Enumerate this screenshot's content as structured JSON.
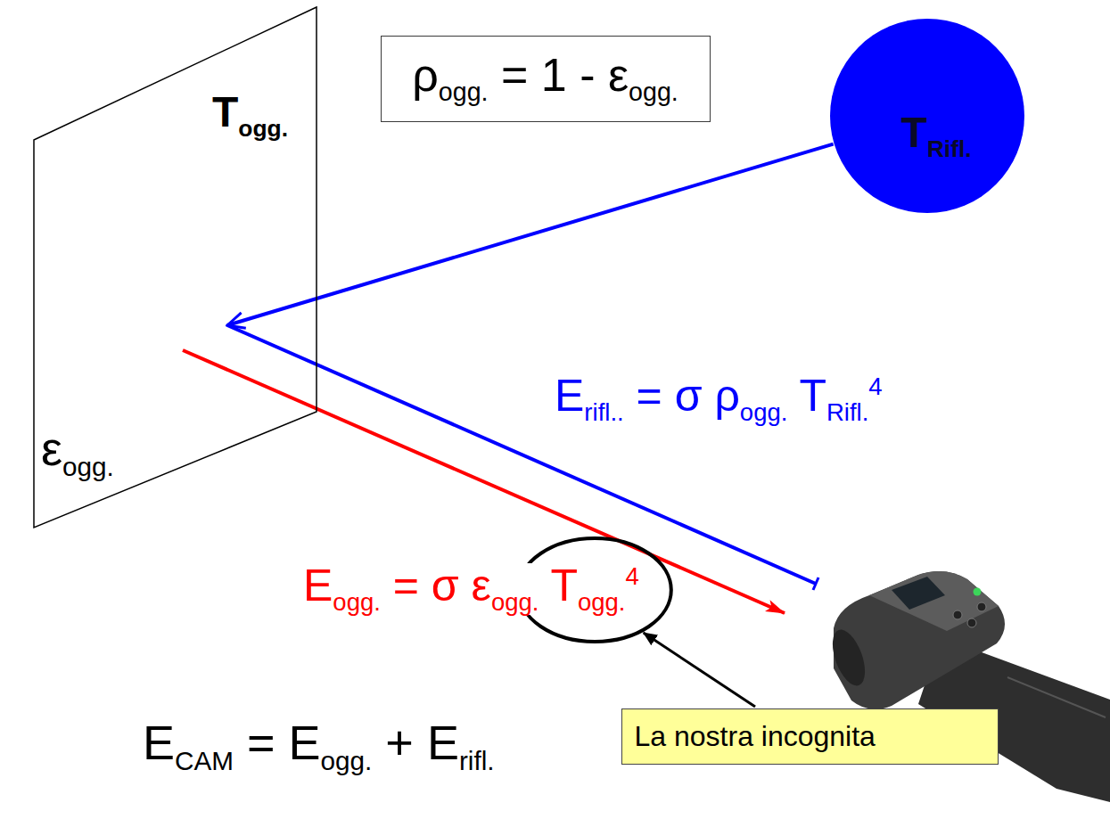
{
  "diagram": {
    "nodes": [
      {
        "text": [
          "Togg.",
          "εogg."
        ]
      },
      {
        "text": [
          "ρogg. = 1 - εogg."
        ]
      },
      {
        "text": [
          "TRifl."
        ]
      },
      {
        "text": [
          "La nostra incognita"
        ]
      }
    ],
    "edges": [
      {
        "from": 2,
        "to": 0,
        "arrow": "to"
      }
    ],
    "labels": [
      "Erifl.. = σ ρogg. TRifl.4",
      "Eogg. = σ εogg. Togg.4",
      "ECAM = Eogg. + Erifl."
    ]
  }
}
